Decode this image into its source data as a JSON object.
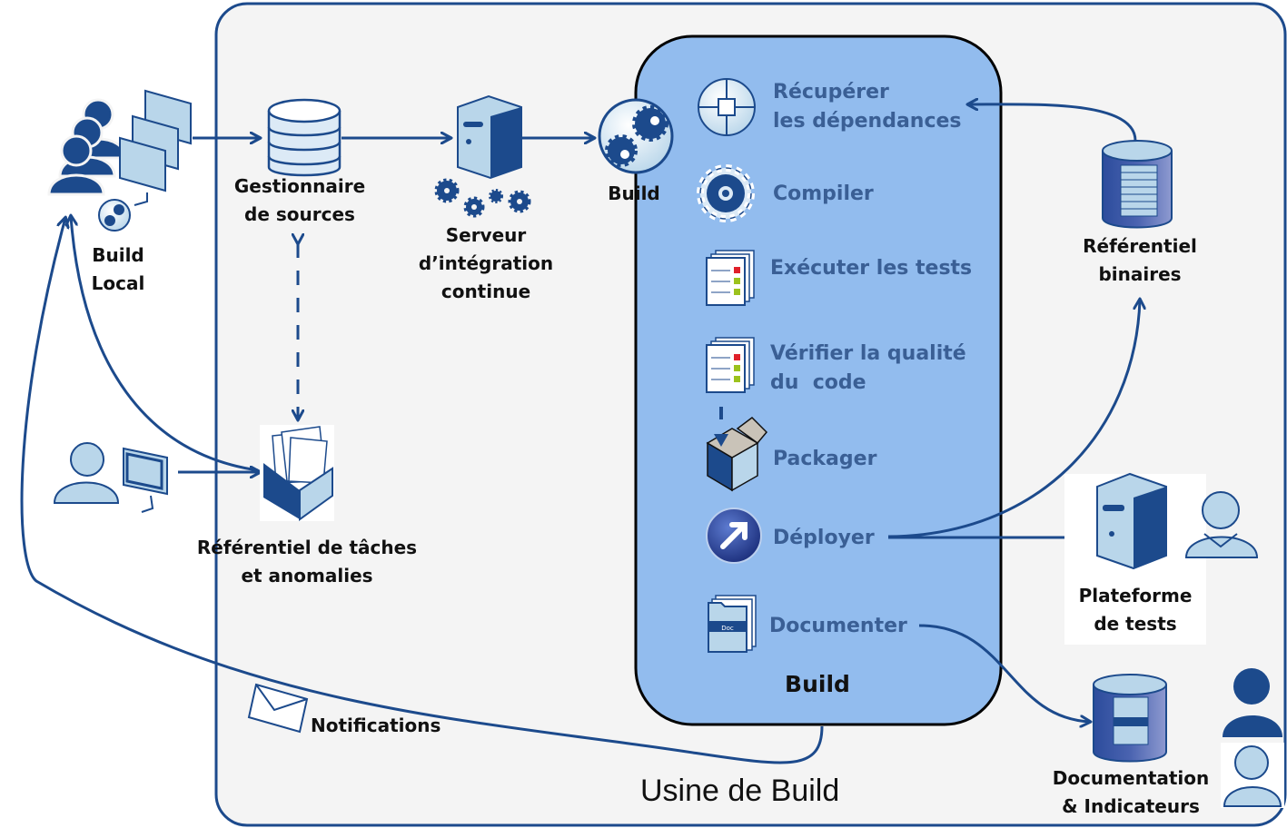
{
  "diagram": {
    "title": "Usine de Build",
    "colors": {
      "primary": "#1c4a8c",
      "light": "#b9d6ea",
      "build_box": "#92bcee",
      "factory_bg": "#f4f4f4",
      "step_text": "#3a5f95"
    },
    "nodes": {
      "build_local": {
        "label1": "Build",
        "label2": "Local",
        "icon": "developers-workstations-icon"
      },
      "source_manager": {
        "label1": "Gestionnaire",
        "label2": "de sources",
        "icon": "database-icon"
      },
      "ci_server": {
        "label1": "Serveur",
        "label2": "d’intégration",
        "label3": "continue",
        "icon": "server-gears-icon"
      },
      "build_trigger": {
        "label": "Build",
        "icon": "gears-circle-icon"
      },
      "task_repo": {
        "label1": "Référentiel de tâches",
        "label2": "et anomalies",
        "icon": "file-box-icon"
      },
      "reporter": {
        "icon": "user-computer-icon"
      },
      "binary_repo": {
        "label1": "Référentiel",
        "label2": "binaires",
        "icon": "binary-database-icon"
      },
      "test_platform": {
        "label1": "Plateforme",
        "label2": "de tests",
        "icon": "server-icon"
      },
      "tester": {
        "icon": "tester-woman-icon"
      },
      "docs": {
        "label1": "Documentation",
        "label2": "& Indicateurs",
        "icon": "doc-database-icon"
      },
      "managers": {
        "icon": "managers-icon"
      },
      "notifications": {
        "label": "Notifications",
        "icon": "envelope-icon"
      }
    },
    "build_box": {
      "title": "Build",
      "steps": [
        {
          "label1": "Récupérer",
          "label2": "les dépendances",
          "icon": "dependencies-icon"
        },
        {
          "label1": "Compiler",
          "icon": "compile-gear-icon"
        },
        {
          "label1": "Exécuter les tests",
          "icon": "test-report-icon"
        },
        {
          "label1": "Vérifier la qualité",
          "label2": "du  code",
          "icon": "quality-report-icon"
        },
        {
          "label1": "Packager",
          "icon": "package-box-icon"
        },
        {
          "label1": "Déployer",
          "icon": "deploy-arrow-icon"
        },
        {
          "label1": "Documenter",
          "icon": "documents-icon"
        }
      ]
    }
  }
}
